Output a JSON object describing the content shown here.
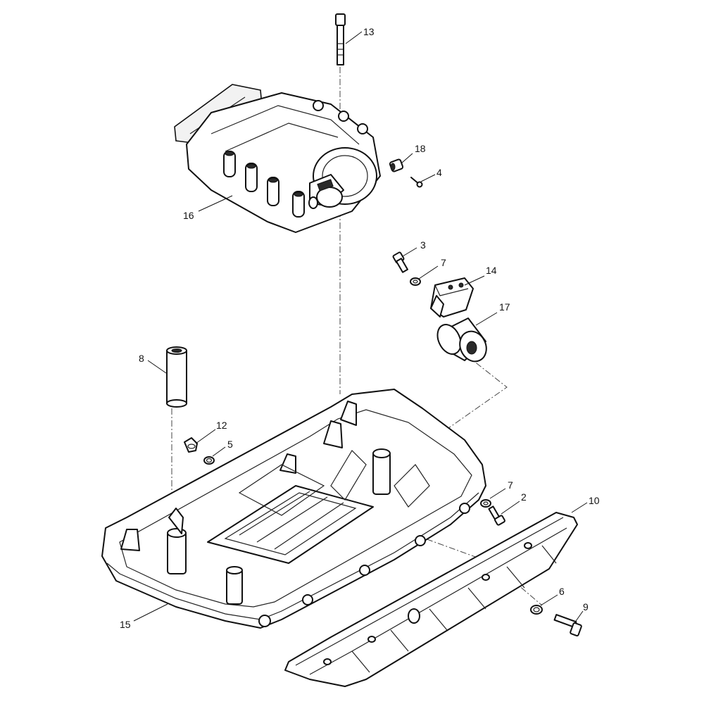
{
  "diagram": {
    "callouts": [
      {
        "id": "13",
        "label": "13"
      },
      {
        "id": "18",
        "label": "18"
      },
      {
        "id": "4",
        "label": "4"
      },
      {
        "id": "16",
        "label": "16"
      },
      {
        "id": "3",
        "label": "3"
      },
      {
        "id": "7a",
        "label": "7"
      },
      {
        "id": "14",
        "label": "14"
      },
      {
        "id": "17",
        "label": "17"
      },
      {
        "id": "8",
        "label": "8"
      },
      {
        "id": "12",
        "label": "12"
      },
      {
        "id": "5",
        "label": "5"
      },
      {
        "id": "7b",
        "label": "7"
      },
      {
        "id": "2",
        "label": "2"
      },
      {
        "id": "10",
        "label": "10"
      },
      {
        "id": "6",
        "label": "6"
      },
      {
        "id": "9",
        "label": "9"
      },
      {
        "id": "15",
        "label": "15"
      }
    ]
  },
  "colors": {
    "line": "#111111",
    "background": "#ffffff",
    "fill_light": "#f2f2f2"
  }
}
